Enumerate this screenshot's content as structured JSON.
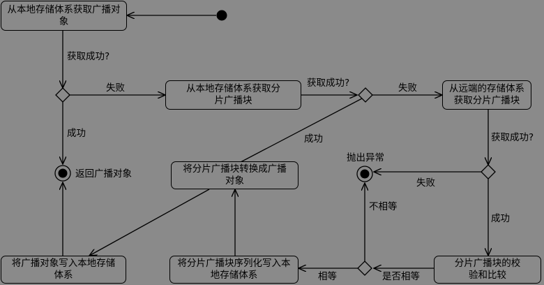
{
  "nodes": {
    "get_local_broadcast": "从本地存储体系获取广播对象",
    "get_local_shard": "从本地存储体系获取分片广播块",
    "get_remote_shard": "从远端的存储体系获取分片广播块",
    "convert_shard": "将分片广播块转换成广播对象",
    "write_broadcast_local": "将广播对象写入本地存储体系",
    "serialize_shard_local": "将分片广播块序列化写入本地存储体系",
    "verify_shard": "分片广播块的校验和比较"
  },
  "labels": {
    "q_success_1": "获取成功?",
    "fail_1": "失败",
    "success_1": "成功",
    "return_broadcast": "返回广播对象",
    "q_success_2": "获取成功?",
    "fail_2": "失败",
    "success_2": "成功",
    "q_success_3": "获取成功?",
    "fail_3": "失败",
    "success_3": "成功",
    "throw_exception": "抛出异常",
    "not_equal": "不相等",
    "equal": "相等",
    "is_equal_q": "是否相等"
  }
}
